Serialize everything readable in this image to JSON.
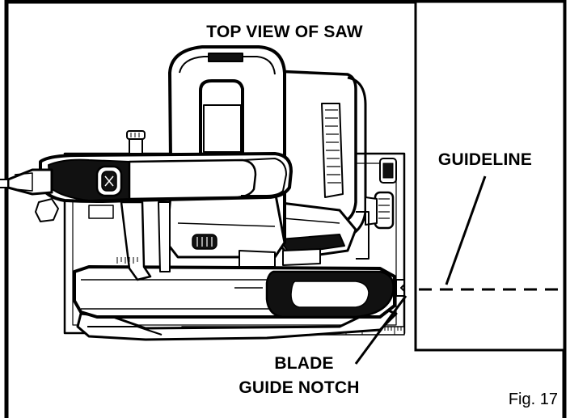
{
  "figure": {
    "title": "TOP VIEW OF SAW",
    "guideline_label": "GUIDELINE",
    "notch_label_line1": "BLADE",
    "notch_label_line2": "GUIDE NOTCH",
    "caption": "Fig. 17"
  }
}
